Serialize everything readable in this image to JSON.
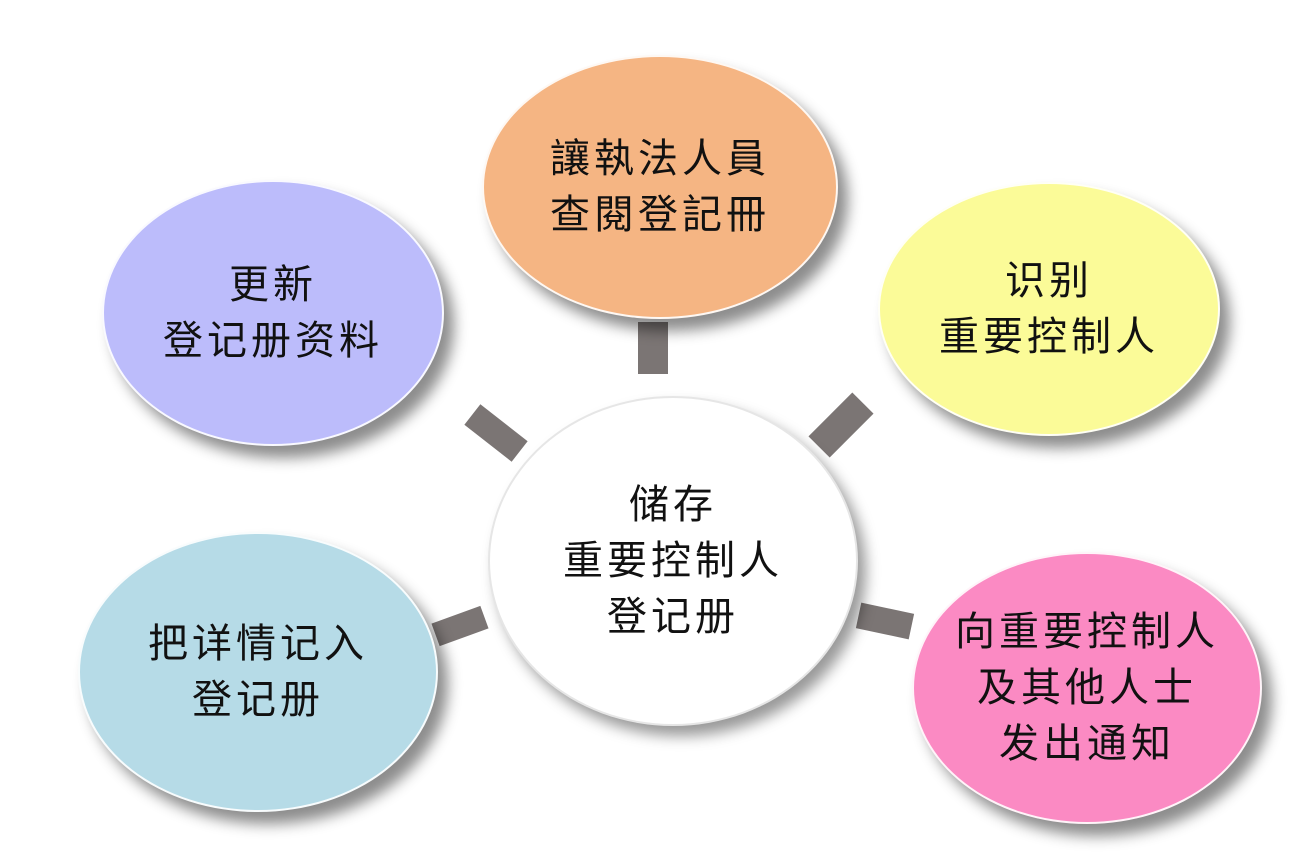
{
  "center": {
    "lines": [
      "储存",
      "重要控制人",
      "登记册"
    ],
    "color": "#ffffff"
  },
  "nodes": [
    {
      "key": "top",
      "lines": [
        "讓執法人員",
        "查閱登記冊"
      ],
      "color": "#f5b583"
    },
    {
      "key": "left-upper",
      "lines": [
        "更新",
        "登记册资料"
      ],
      "color": "#bcbcfb"
    },
    {
      "key": "right-upper",
      "lines": [
        "识别",
        "重要控制人"
      ],
      "color": "#fbfb98"
    },
    {
      "key": "left-lower",
      "lines": [
        "把详情记入",
        "登记册"
      ],
      "color": "#b6dbe7"
    },
    {
      "key": "right-lower",
      "lines": [
        "向重要控制人",
        "及其他人士",
        "发出通知"
      ],
      "color": "#fb8ac3"
    }
  ],
  "connector_color": "#7b7574"
}
